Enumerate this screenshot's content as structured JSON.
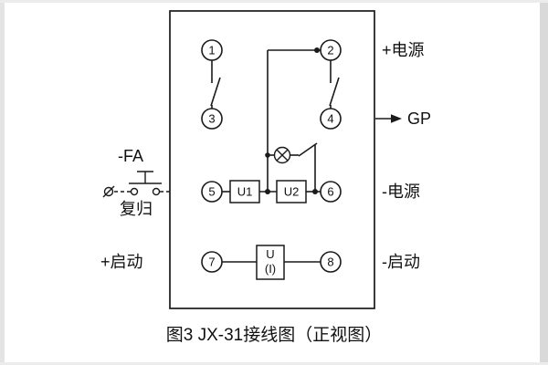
{
  "colors": {
    "line": "#1a1a1a",
    "background": "#ffffff",
    "page_edge": "#d9d9d9"
  },
  "icons": {
    "lamp": "indicator-lamp-circle-x",
    "gp_arrow": "right-arrow",
    "external_stud": "circle-slash-terminal",
    "reset_button": "push-button-contact"
  },
  "diagram": {
    "terminals": [
      "1",
      "2",
      "3",
      "4",
      "5",
      "6",
      "7",
      "8"
    ],
    "components": {
      "u1": "U1",
      "u2": "U2",
      "ui_line1": "U",
      "ui_line2": "(I)"
    },
    "labels": {
      "power_plus": "+电源",
      "gp": "GP",
      "power_minus": "-电源",
      "start_minus": "-启动",
      "fa": "-FA",
      "reset": "复归",
      "start_plus": "+启动"
    }
  },
  "caption": "图3  JX-31接线图（正视图）"
}
